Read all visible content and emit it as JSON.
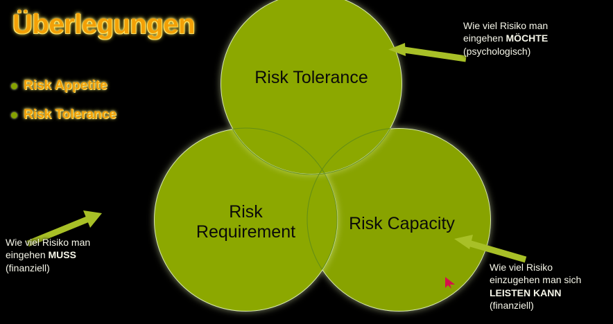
{
  "slide": {
    "title": "Überlegungen",
    "background_color": "#000000",
    "accent_color": "#F2A007",
    "circle_color": "#8CA800",
    "glow_color": "#FFE94D"
  },
  "bullets": [
    {
      "label": "Risk Appetite",
      "marker": "green-dot-bullet"
    },
    {
      "label": "Risk Tolerance",
      "marker": "green-dot-bullet"
    }
  ],
  "venn": {
    "circles": [
      {
        "id": "tolerance",
        "label": "Risk Tolerance",
        "label_line1": "Risk Tolerance",
        "label_line2": ""
      },
      {
        "id": "requirement",
        "label": "Risk Requirement",
        "label_line1": "Risk",
        "label_line2": "Requirement"
      },
      {
        "id": "capacity",
        "label": "Risk Capacity",
        "label_line1": "Risk Capacity",
        "label_line2": ""
      }
    ]
  },
  "callouts": {
    "tolerance": {
      "line1": "Wie viel Risiko man",
      "line2_prefix": "eingehen ",
      "line2_emphasis": "MÖCHTE",
      "line3": "(psychologisch)"
    },
    "requirement": {
      "line1": "Wie viel Risiko man",
      "line2_prefix": "eingehen ",
      "line2_emphasis": "MUSS",
      "line3": "(finanziell)"
    },
    "capacity": {
      "line1": "Wie viel Risiko",
      "line2": "einzugehen man sich",
      "line3_emphasis": "LEISTEN KANN",
      "line4": "(finanziell)"
    }
  },
  "marks": {
    "red_pointer": "red-arrow-mark"
  }
}
